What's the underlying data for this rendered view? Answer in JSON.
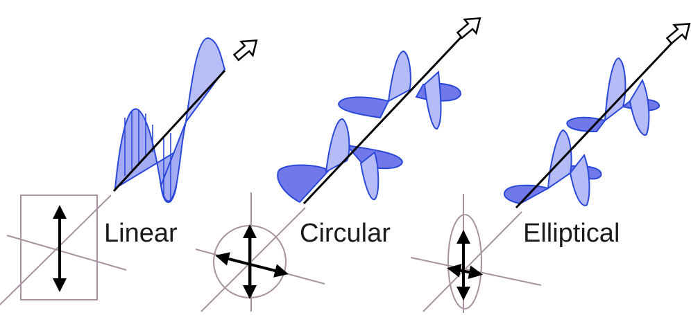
{
  "panels": [
    {
      "id": "linear",
      "label": "Linear"
    },
    {
      "id": "circular",
      "label": "Circular"
    },
    {
      "id": "elliptical",
      "label": "Elliptical"
    }
  ],
  "colors": {
    "wave_fill": "#9fa8f2",
    "wave_fill_dark": "#7078ea",
    "wave_stroke": "#2a48d8",
    "axis": "#000000",
    "frame": "#a7929f",
    "arrow": "#000000"
  },
  "icons": [
    "propagation-arrow-icon",
    "double-headed-arrow-icon"
  ]
}
